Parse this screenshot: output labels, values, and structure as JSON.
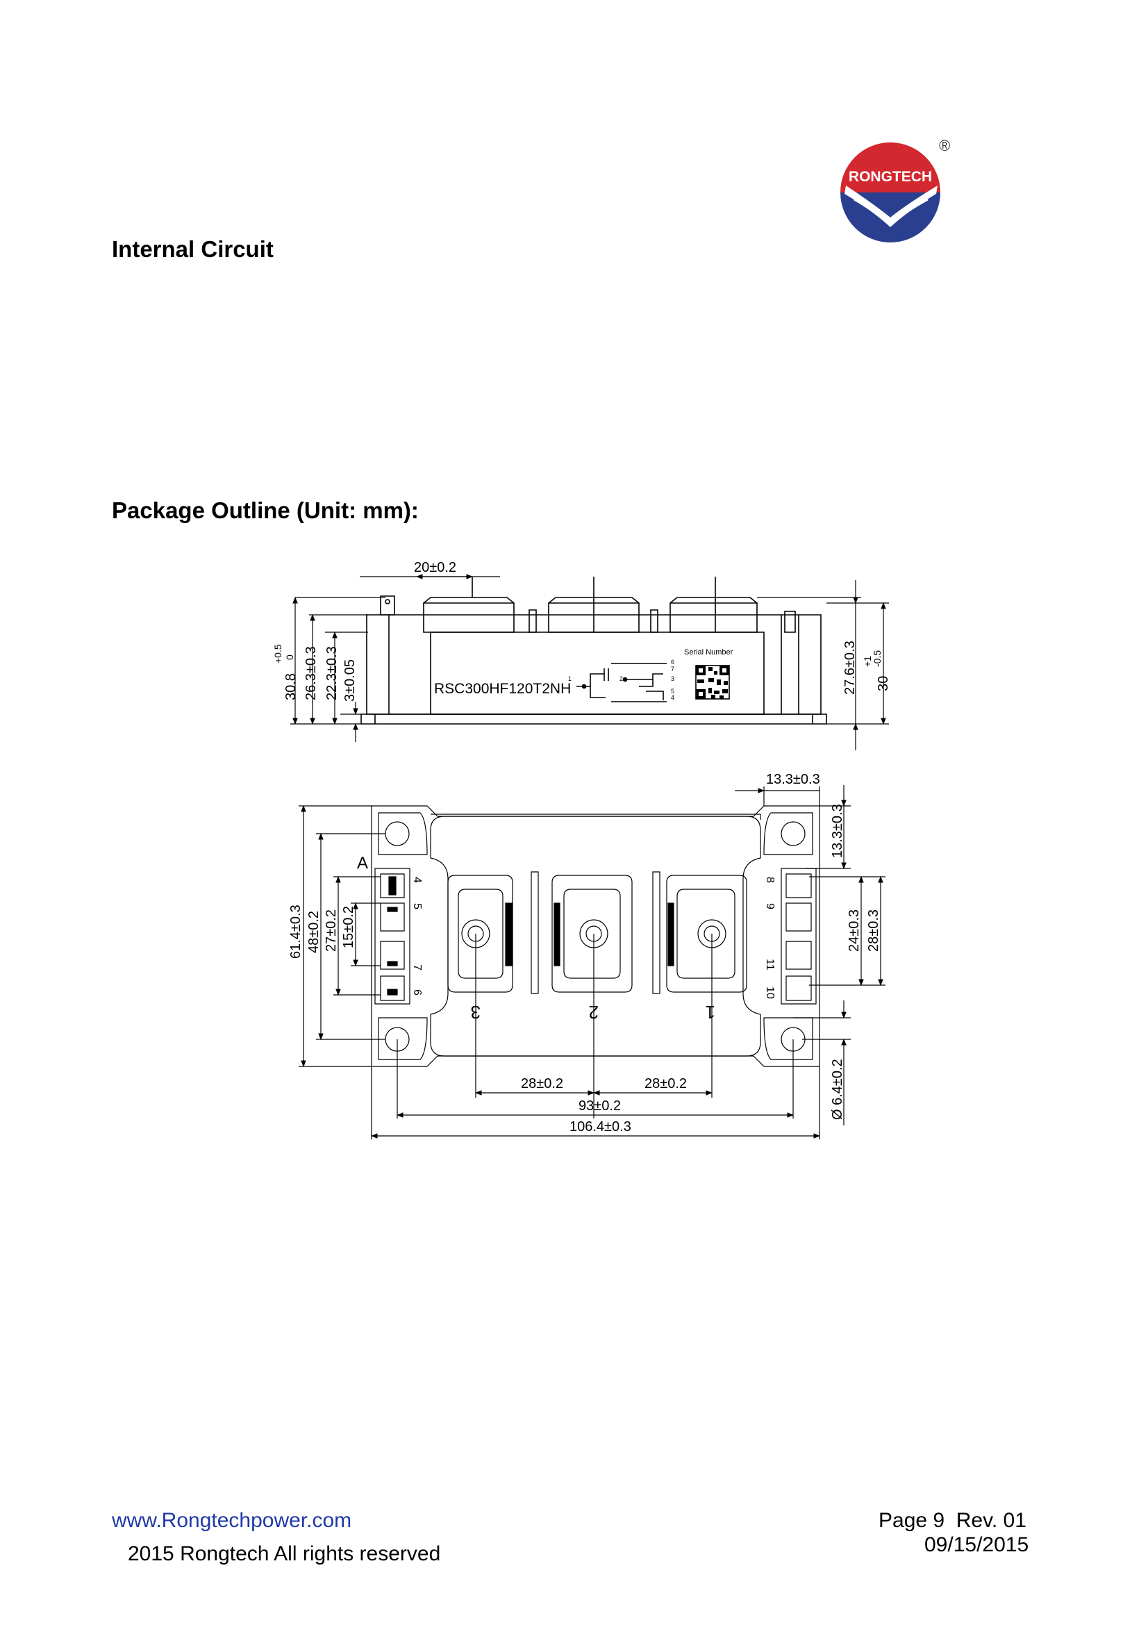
{
  "logo": {
    "text": "RONGTECH",
    "registered": "®"
  },
  "sections": {
    "internal_circuit": "Internal Circuit",
    "package_outline": "Package Outline (Unit: mm):"
  },
  "drawing": {
    "side_view": {
      "dim_top": "20±0.2",
      "dim_30_8": "30.8",
      "dim_30_8_tol_plus": "+0.5",
      "dim_30_8_tol_minus": "0",
      "dim_26_3": "26.3±0.3",
      "dim_22_3": "22.3±0.3",
      "dim_3": "3±0.05",
      "dim_27_6": "27.6±0.3",
      "dim_30": "30",
      "dim_30_tol_plus": "+1",
      "dim_30_tol_minus": "-0.5",
      "part_label": "RSC300HF120T2NH",
      "serial_label": "Serial Number",
      "pin_labels": [
        "1",
        "2",
        "3",
        "4",
        "5",
        "6",
        "7"
      ]
    },
    "top_view": {
      "dim_13_3_h": "13.3±0.3",
      "dim_13_3_v": "13.3±0.3",
      "dim_61_4": "61.4±0.3",
      "dim_48": "48±0.2",
      "dim_27": "27±0.2",
      "dim_15": "15±0.2",
      "dim_24": "24±0.3",
      "dim_28_v": "28±0.3",
      "dim_6_4": "Ø 6.4±0.2",
      "dim_28_a": "28±0.2",
      "dim_28_b": "28±0.2",
      "dim_93": "93±0.2",
      "dim_106_4": "106.4±0.3",
      "datum_a": "A",
      "terminal_labels": [
        "3",
        "2",
        "1"
      ],
      "left_pins": [
        "4",
        "5",
        "7",
        "6"
      ],
      "right_pins": [
        "8",
        "9",
        "11",
        "10"
      ]
    }
  },
  "footer": {
    "website": "www.Rongtechpower.com",
    "copyright": "2015 Rongtech All rights reserved",
    "page": "Page 9  Rev. 01",
    "date": "09/15/2015"
  },
  "colors": {
    "link": "#1f3aa8",
    "logo_red": "#d3282f",
    "logo_blue": "#2a3f8f"
  }
}
